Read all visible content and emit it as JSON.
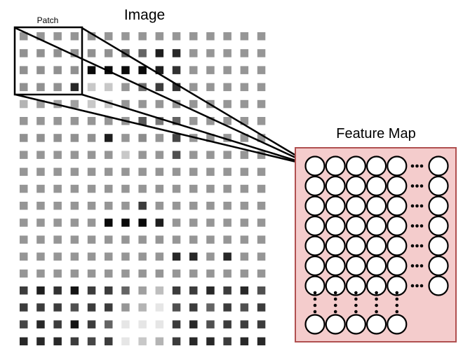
{
  "labels": {
    "image_title": "Image",
    "patch_label": "Patch",
    "feature_map_title": "Feature Map"
  },
  "image_grid": {
    "rows": 19,
    "cols": 15,
    "gray": [
      [
        150,
        150,
        150,
        150,
        150,
        150,
        150,
        150,
        150,
        150,
        150,
        150,
        150,
        150,
        150
      ],
      [
        145,
        145,
        145,
        145,
        145,
        145,
        100,
        100,
        30,
        40,
        150,
        150,
        150,
        150,
        150
      ],
      [
        145,
        145,
        145,
        145,
        10,
        10,
        10,
        10,
        30,
        50,
        150,
        150,
        150,
        150,
        150
      ],
      [
        145,
        145,
        145,
        40,
        200,
        200,
        150,
        110,
        60,
        50,
        150,
        150,
        150,
        150,
        150
      ],
      [
        180,
        160,
        160,
        160,
        200,
        200,
        150,
        150,
        150,
        150,
        150,
        150,
        150,
        150,
        150
      ],
      [
        150,
        150,
        150,
        150,
        150,
        150,
        150,
        90,
        120,
        100,
        150,
        150,
        150,
        150,
        150
      ],
      [
        145,
        145,
        145,
        145,
        145,
        30,
        150,
        140,
        150,
        70,
        150,
        150,
        150,
        150,
        150
      ],
      [
        150,
        150,
        150,
        150,
        150,
        150,
        200,
        150,
        150,
        80,
        150,
        150,
        150,
        150,
        150
      ],
      [
        150,
        150,
        150,
        150,
        150,
        150,
        150,
        150,
        150,
        150,
        150,
        150,
        150,
        150,
        150
      ],
      [
        150,
        150,
        150,
        150,
        150,
        150,
        150,
        150,
        150,
        150,
        150,
        150,
        150,
        150,
        150
      ],
      [
        150,
        150,
        150,
        150,
        150,
        150,
        150,
        60,
        150,
        150,
        150,
        150,
        150,
        150,
        150
      ],
      [
        150,
        150,
        150,
        150,
        150,
        10,
        10,
        10,
        30,
        150,
        150,
        150,
        150,
        150,
        150
      ],
      [
        150,
        150,
        150,
        150,
        150,
        150,
        150,
        150,
        150,
        150,
        150,
        150,
        150,
        150,
        150
      ],
      [
        150,
        150,
        150,
        150,
        150,
        150,
        150,
        150,
        150,
        40,
        40,
        150,
        40,
        150,
        150
      ],
      [
        150,
        150,
        150,
        150,
        150,
        150,
        150,
        150,
        150,
        150,
        150,
        150,
        150,
        150,
        150
      ],
      [
        60,
        30,
        50,
        20,
        60,
        60,
        100,
        160,
        190,
        60,
        60,
        40,
        60,
        40,
        80
      ],
      [
        60,
        60,
        60,
        80,
        60,
        60,
        150,
        180,
        230,
        80,
        60,
        100,
        60,
        80,
        60
      ],
      [
        70,
        40,
        60,
        20,
        60,
        100,
        230,
        230,
        230,
        60,
        40,
        80,
        60,
        60,
        60
      ],
      [
        40,
        40,
        40,
        60,
        70,
        60,
        230,
        200,
        180,
        60,
        40,
        40,
        60,
        40,
        40
      ]
    ]
  },
  "feature_map": {
    "circle_rows": 7,
    "circle_cols": 5,
    "background": "#f4cccc",
    "border": "#b05050"
  }
}
